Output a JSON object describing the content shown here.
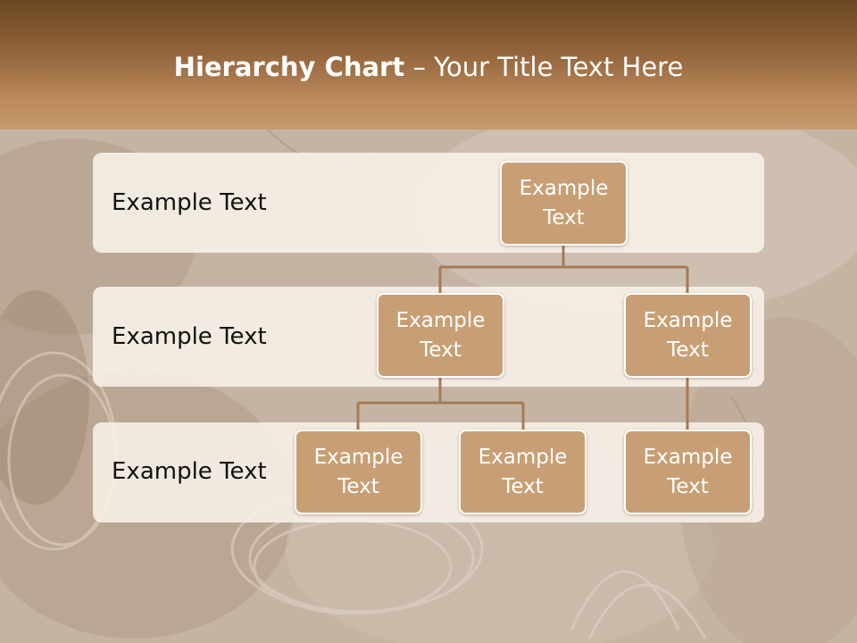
{
  "slide": {
    "title_bold": "Hierarchy Chart",
    "title_rest": " – Your Title Text Here"
  },
  "rows": [
    {
      "label": "Example Text"
    },
    {
      "label": "Example Text"
    },
    {
      "label": "Example Text"
    }
  ],
  "nodes": {
    "root": {
      "label": "Example Text"
    },
    "level2_left": {
      "label": "Example Text"
    },
    "level2_right": {
      "label": "Example Text"
    },
    "level3_a": {
      "label": "Example Text"
    },
    "level3_b": {
      "label": "Example Text"
    },
    "level3_c": {
      "label": "Example Text"
    }
  },
  "colors": {
    "title_band": "#93643a",
    "node_fill": "#c89f74",
    "node_border": "#ffffff",
    "connector": "#a57a55",
    "row_band": "#f7f1e9"
  }
}
